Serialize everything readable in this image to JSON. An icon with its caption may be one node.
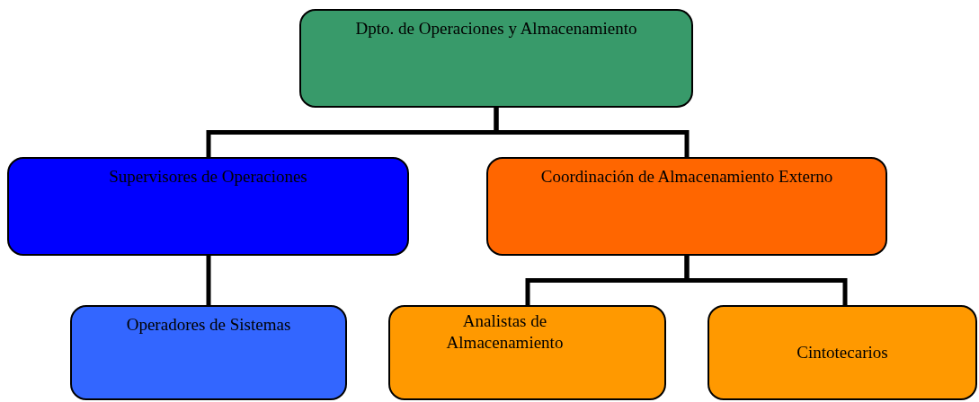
{
  "diagram": {
    "nodes": [
      {
        "text": [
          "Dpto. de Operaciones y Almacenamiento"
        ]
      },
      {
        "text": [
          "Supervisores de Operaciones"
        ]
      },
      {
        "text": [
          "Coordinación de Almacenamiento Externo"
        ]
      },
      {
        "text": [
          "Operadores de Sistemas"
        ]
      },
      {
        "text": [
          "Analistas de Almacenamiento"
        ]
      },
      {
        "text": [
          "Cintotecarios"
        ]
      }
    ],
    "edges": [
      {
        "from": 0,
        "to": 1,
        "arrow": "none"
      },
      {
        "from": 0,
        "to": 2,
        "arrow": "none"
      },
      {
        "from": 1,
        "to": 3,
        "arrow": "none"
      },
      {
        "from": 2,
        "to": 4,
        "arrow": "none"
      },
      {
        "from": 2,
        "to": 5,
        "arrow": "none"
      }
    ]
  }
}
